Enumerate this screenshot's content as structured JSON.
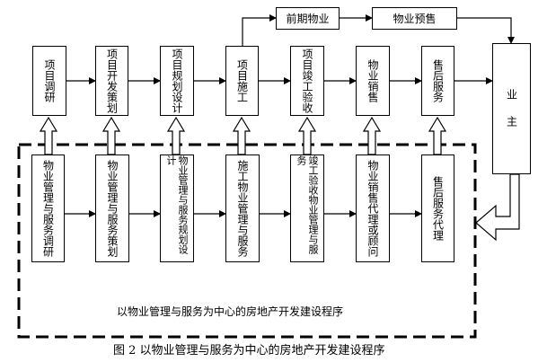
{
  "top_stages": [
    {
      "id": "s1",
      "label": "项目调研"
    },
    {
      "id": "s2",
      "label": "项目开发策划"
    },
    {
      "id": "s3",
      "label": "项目规划设计"
    },
    {
      "id": "s4",
      "label": "项目施工"
    },
    {
      "id": "s5",
      "label": "项目竣工验收"
    },
    {
      "id": "s6",
      "label": "物业销售"
    },
    {
      "id": "s7",
      "label": "售后服务"
    }
  ],
  "pre_stages": [
    {
      "id": "p1",
      "label": "前期物业"
    },
    {
      "id": "p2",
      "label": "物业预售"
    }
  ],
  "owner": {
    "label": "业 主"
  },
  "service_stages": [
    {
      "id": "m1",
      "label": "物业管理与服务调研"
    },
    {
      "id": "m2",
      "label": "物业管理与服务策划"
    },
    {
      "id": "m3",
      "label": "物业管理与服务规划设计"
    },
    {
      "id": "m4",
      "label": "施工物业管理与服务"
    },
    {
      "id": "m5",
      "label": "竣工验收物业管理与服务"
    },
    {
      "id": "m6",
      "label": "物业销售代理或顾问"
    },
    {
      "id": "m7",
      "label": "售后服务代理"
    }
  ],
  "group_label": "以物业管理与服务为中心的房地产开发建设程序",
  "figure_caption": "图 2 以物业管理与服务为中心的房地产开发建设程序",
  "colors": {
    "line": "#000000",
    "background": "#ffffff"
  }
}
